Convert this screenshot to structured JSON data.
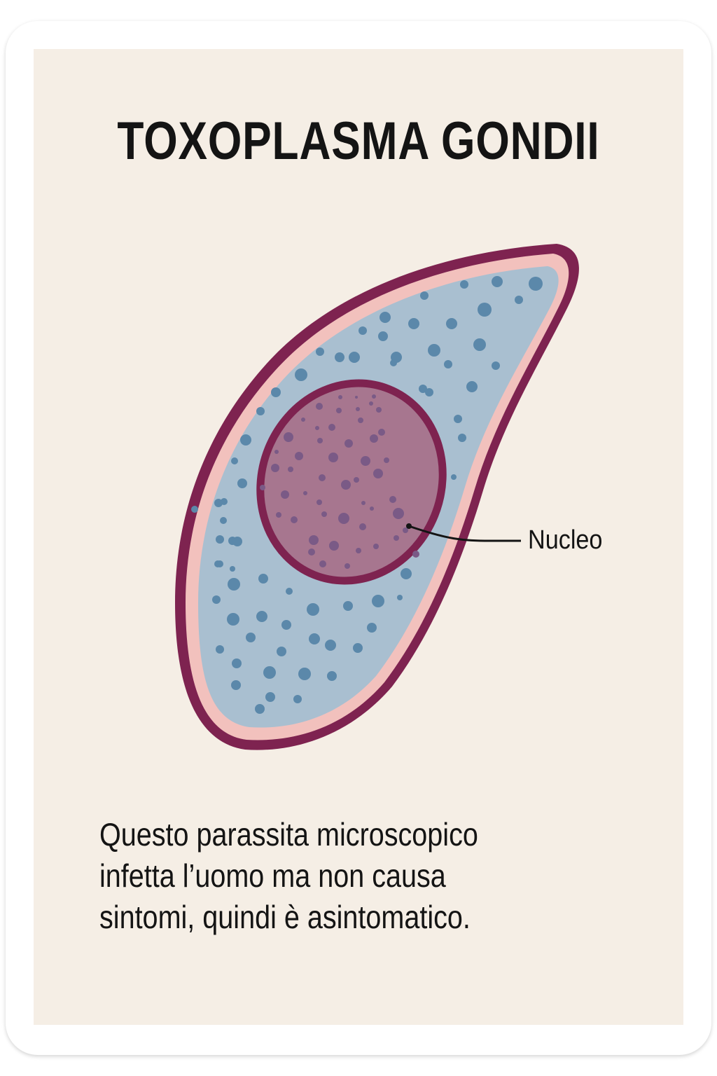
{
  "card": {
    "title": "TOXOPLASMA GONDII",
    "illustration": {
      "subject": "Toxoplasma gondii cell",
      "labels": [
        {
          "text": "Nucleo",
          "target": "nucleus"
        }
      ],
      "colors": {
        "background": "#f5eee5",
        "membrane_outer": "#7e2350",
        "membrane_inner": "#f2c1bd",
        "cytoplasm": "#a9bfd0",
        "cytoplasm_dots": "#5b88aa",
        "nucleus": "#a7768f",
        "nucleus_border": "#7e2350",
        "nucleus_dots": "#7a5a86"
      }
    },
    "description": {
      "lines": [
        "Questo parassita microscopico",
        "infetta l’uomo ma non causa",
        "sintomi, quindi è asintomatico."
      ]
    }
  }
}
